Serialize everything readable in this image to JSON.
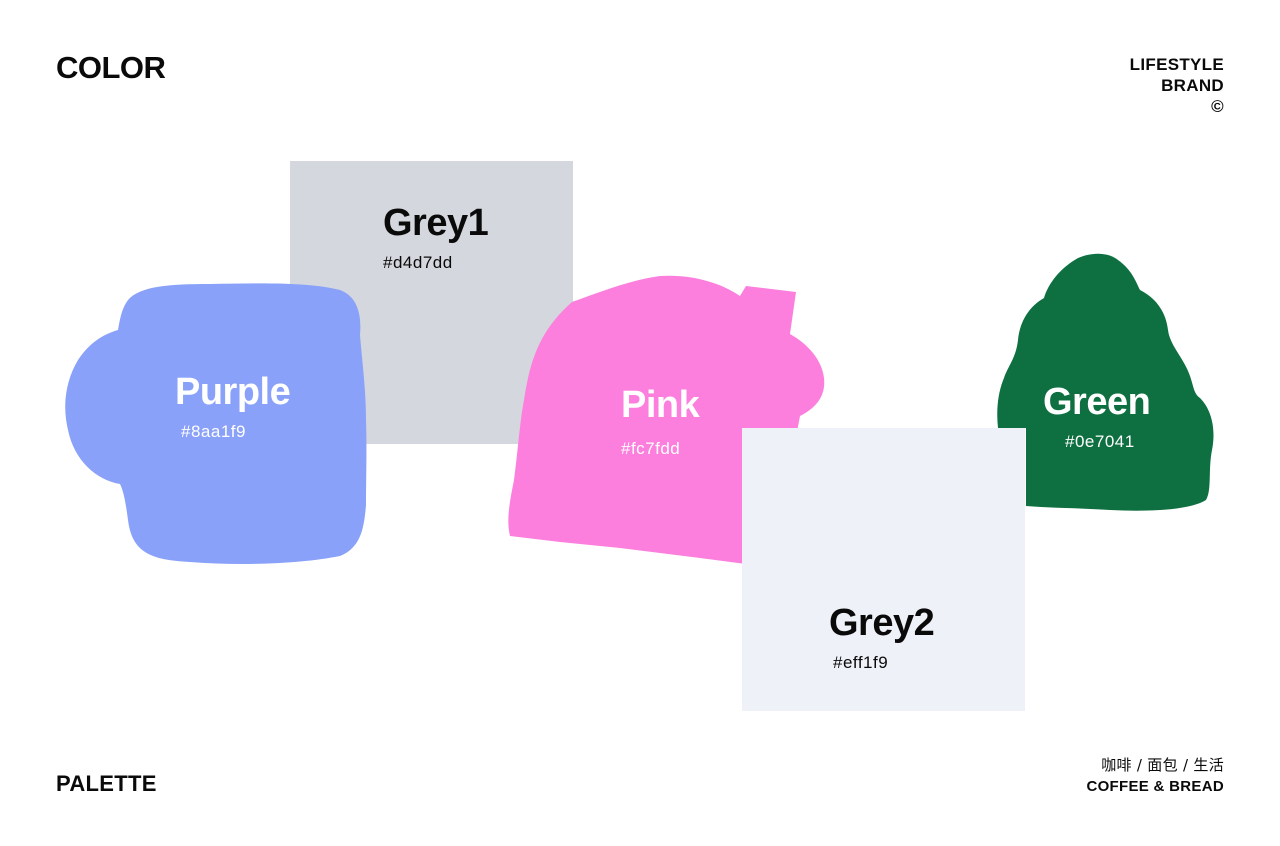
{
  "header": {
    "title": "COLOR",
    "brand_line1": "LIFESTYLE",
    "brand_line2": "BRAND",
    "brand_mark": "©"
  },
  "footer": {
    "palette": "PALETTE",
    "tagline_cn": "咖啡 / 面包 / 生活",
    "tagline_en": "COFFEE & BREAD"
  },
  "swatches": [
    {
      "name": "Purple",
      "hex": "#8aa1f9",
      "color": "#8aa1f9",
      "text_color": "#ffffff"
    },
    {
      "name": "Grey1",
      "hex": "#d4d7dd",
      "color": "#d4d7dd",
      "text_color": "#0a0a0a"
    },
    {
      "name": "Pink",
      "hex": "#fc7fdd",
      "color": "#fc7fdd",
      "text_color": "#ffffff"
    },
    {
      "name": "Green",
      "hex": "#0e7041",
      "color": "#0e7041",
      "text_color": "#ffffff"
    },
    {
      "name": "Grey2",
      "hex": "#eff1f9",
      "color": "#eff1f9",
      "text_color": "#0a0a0a"
    }
  ]
}
